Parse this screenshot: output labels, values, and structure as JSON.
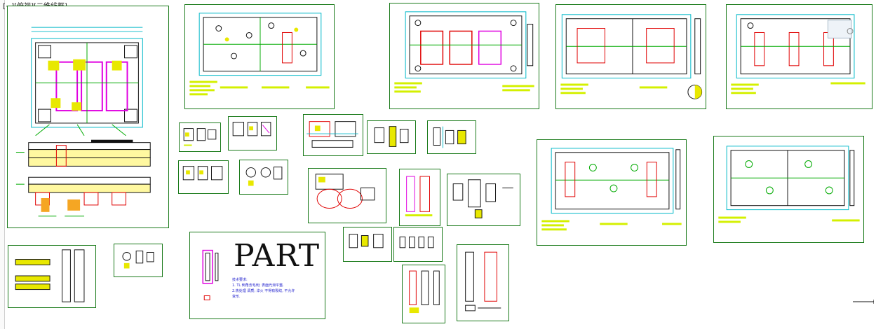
{
  "viewport": {
    "label": "[−][俯视][二维线框]"
  },
  "part_sheet": {
    "title": "PART",
    "notes": [
      "技术要求:",
      "1. TL 倒角去毛刺;  表面光滑平整.",
      "2.热处理  调质;  淬火  不得有裂纹, 不允许",
      "  变形."
    ]
  },
  "colors": {
    "frame": "#1a7a1a",
    "green": "#00aa00",
    "cyan": "#00b8c8",
    "red": "#e00000",
    "magenta": "#e000e0",
    "yellow": "#e8e800",
    "lime": "#d4f000",
    "blue": "#2020d0",
    "black": "#111111"
  }
}
